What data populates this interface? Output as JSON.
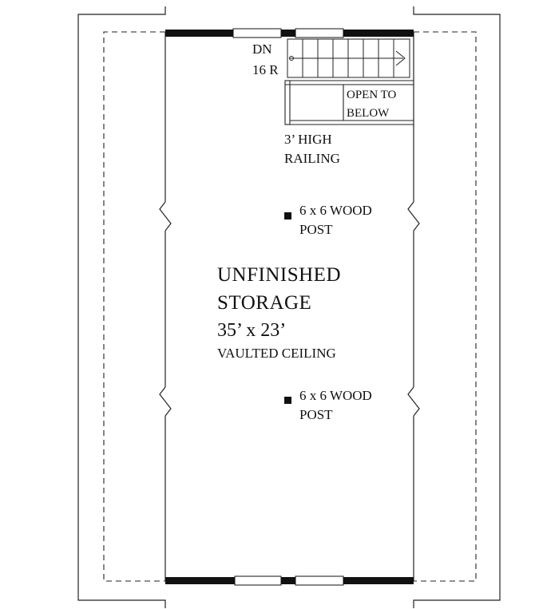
{
  "stair": {
    "direction": "DN",
    "risers": "16 R"
  },
  "opening": {
    "line1": "OPEN TO",
    "line2": "BELOW"
  },
  "railing": {
    "line1": "3’ HIGH",
    "line2": "RAILING"
  },
  "posts": [
    {
      "line1": "6 x 6 WOOD",
      "line2": "POST"
    },
    {
      "line1": "6 x 6 WOOD",
      "line2": "POST"
    }
  ],
  "room": {
    "name_line1": "UNFINISHED",
    "name_line2": "STORAGE",
    "dimensions": "35’ x 23’",
    "ceiling": "VAULTED CEILING"
  }
}
